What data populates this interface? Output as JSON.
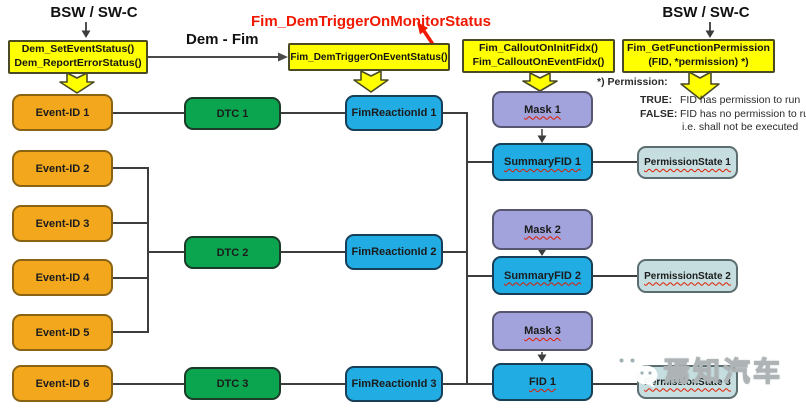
{
  "headers": {
    "bsw_left": "BSW / SW-C",
    "bsw_right": "BSW / SW-C",
    "dem_fim": "Dem - Fim",
    "monitor_status_label": "Fim_DemTriggerOnMonitorStatus"
  },
  "api_boxes": {
    "dem": {
      "line1": "Dem_SetEventStatus()",
      "line2": "Dem_ReportErrorStatus()"
    },
    "fim_trigger": {
      "line1": "Fim_DemTriggerOnEventStatus()"
    },
    "fim_callout": {
      "line1": "Fim_CalloutOnInitFidx()",
      "line2": "Fim_CalloutOnEventFidx()"
    },
    "fim_get_permission": {
      "line1": "Fim_GetFunctionPermission",
      "line2": "(FID, *permission)  *)"
    }
  },
  "permission_note": {
    "label": "*) Permission:",
    "true_key": "TRUE:",
    "true_text": "FID has permission to run",
    "false_key": "FALSE:",
    "false_text": "FID has no permission to run,",
    "false_text2": "i.e. shall not be executed"
  },
  "nodes": {
    "event_ids": [
      "Event-ID 1",
      "Event-ID 2",
      "Event-ID 3",
      "Event-ID 4",
      "Event-ID 5",
      "Event-ID 6"
    ],
    "dtcs": [
      "DTC 1",
      "DTC 2",
      "DTC 3"
    ],
    "fim_reaction_ids": [
      "FimReactionId 1",
      "FimReactionId 2",
      "FimReactionId 3"
    ],
    "masks": [
      "Mask 1",
      "Mask 2",
      "Mask 3"
    ],
    "summary_fids": [
      "SummaryFID 1",
      "SummaryFID 2",
      "FID 1"
    ],
    "permission_states": [
      "PermissionState 1",
      "PermissionState 2",
      "PermissionState 3"
    ]
  },
  "watermark": {
    "text": "焉知汽车"
  },
  "colors": {
    "api_box": "#ffff00",
    "event_id": "#f2a71c",
    "dtc": "#0aa54e",
    "reaction_fid": "#21ace3",
    "mask": "#a2a2dc",
    "permission_state": "#c6dee0",
    "highlight_red": "#f01800",
    "connector": "#3d3d3d"
  }
}
